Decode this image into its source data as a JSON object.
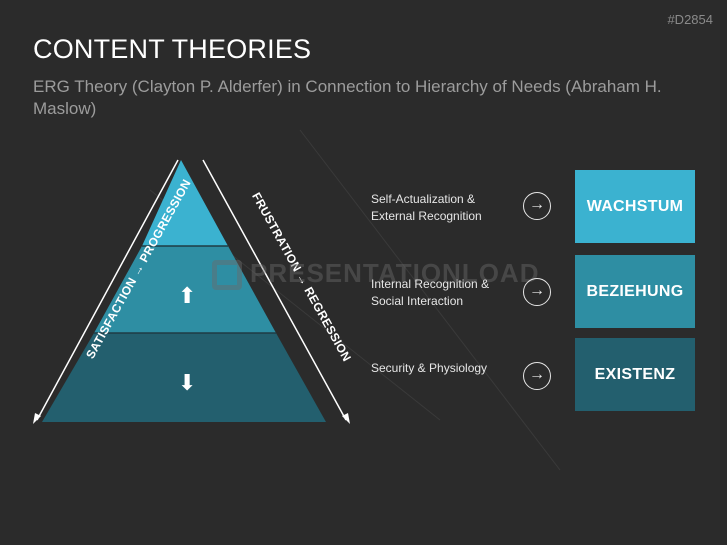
{
  "header": {
    "code": "#D2854",
    "title": "CONTENT THEORIES",
    "subtitle": "ERG Theory (Clayton P. Alderfer) in Connection to Hierarchy of Needs (Abraham H. Maslow)"
  },
  "watermark": "PRESENTATIONLOAD",
  "pyramid": {
    "left_arrow_label": "SATISFACTION → PROGRESSION",
    "right_arrow_label": "FRUSTRATION → REGRESSION",
    "icons": {
      "middle": "⬆",
      "bottom": "⬇"
    },
    "colors": {
      "top": "#3bb2d0",
      "middle": "#2e8ea3",
      "bottom": "#235f6e"
    }
  },
  "rows": [
    {
      "need": "Self-Actualization & External Recognition",
      "erg": "WACHSTUM",
      "color": "#3bb2d0"
    },
    {
      "need": "Internal Recognition & Social Interaction",
      "erg": "BEZIEHUNG",
      "color": "#2e8ea3"
    },
    {
      "need": "Security & Physiology",
      "erg": "EXISTENZ",
      "color": "#235f6e"
    }
  ],
  "arrow_glyph": "→"
}
